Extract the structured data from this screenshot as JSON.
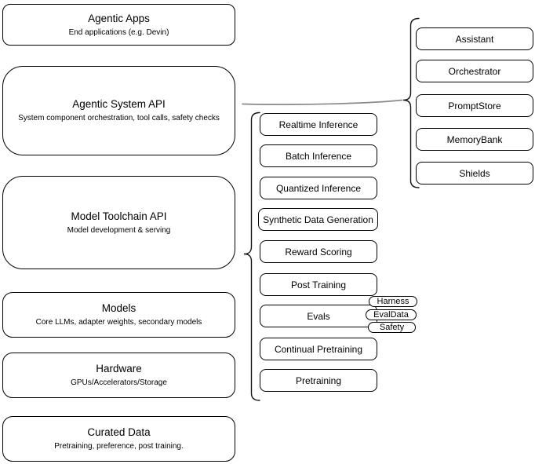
{
  "diagram": {
    "left_stack": [
      {
        "title": "Agentic Apps",
        "subtitle": "End applications (e.g. Devin)"
      },
      {
        "title": "Agentic System API",
        "subtitle": "System component orchestration, tool calls, safety checks"
      },
      {
        "title": "Model Toolchain API",
        "subtitle": "Model development & serving"
      },
      {
        "title": "Models",
        "subtitle": "Core LLMs, adapter weights, secondary models"
      },
      {
        "title": "Hardware",
        "subtitle": "GPUs/Accelerators/Storage"
      },
      {
        "title": "Curated Data",
        "subtitle": "Pretraining, preference, post training."
      }
    ],
    "toolchain_components": [
      "Realtime Inference",
      "Batch Inference",
      "Quantized Inference",
      "Synthetic Data Generation",
      "Reward Scoring",
      "Post Training",
      "Evals",
      "Continual Pretraining",
      "Pretraining"
    ],
    "eval_pills": [
      "Harness",
      "EvalData",
      "Safety"
    ],
    "system_components": [
      "Assistant",
      "Orchestrator",
      "PromptStore",
      "MemoryBank",
      "Shields"
    ],
    "colors": {
      "background": "#ffffff",
      "box_fill": "#ffffff",
      "box_stroke": "#000000",
      "connector": "#8a8a8a",
      "text": "#000000"
    }
  }
}
